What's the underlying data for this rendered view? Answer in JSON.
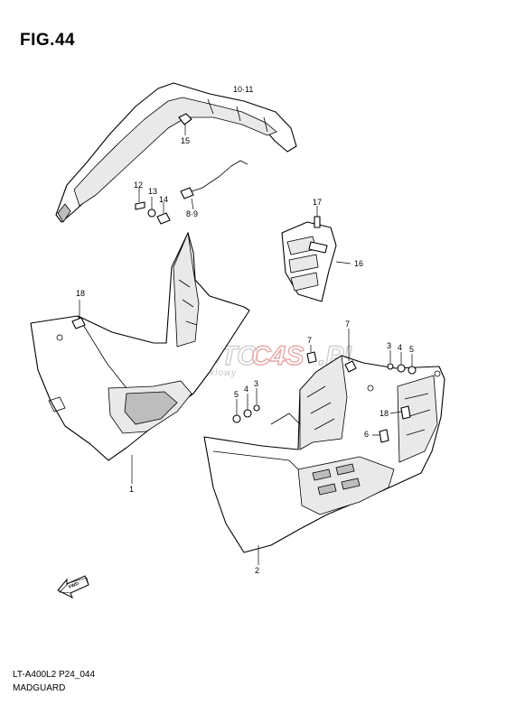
{
  "figure": {
    "title": "FIG.44",
    "model_code": "LT-A400L2 P24_044",
    "section_name": "MADGUARD"
  },
  "watermark": {
    "text_grey": "SKLEPMOTO",
    "text_red": "C4S",
    "text_tail": ".PL",
    "subtitle": "internetowy sklep motocyklowy"
  },
  "orientation_marker": {
    "label": "FWD",
    "icon": "fwd-arrow-icon"
  },
  "callouts": {
    "c_10_11": "10·11",
    "c_15": "15",
    "c_12": "12",
    "c_13": "13",
    "c_14": "14",
    "c_8_9": "8·9",
    "c_17": "17",
    "c_16": "16",
    "c_18_left": "18",
    "c_1": "1",
    "c_7_a": "7",
    "c_7_b": "7",
    "c_3_right": "3",
    "c_4_right": "4",
    "c_5_right": "5",
    "c_5_left": "5",
    "c_4_left": "4",
    "c_3_left": "3",
    "c_18_right": "18",
    "c_6": "6",
    "c_2": "2"
  }
}
